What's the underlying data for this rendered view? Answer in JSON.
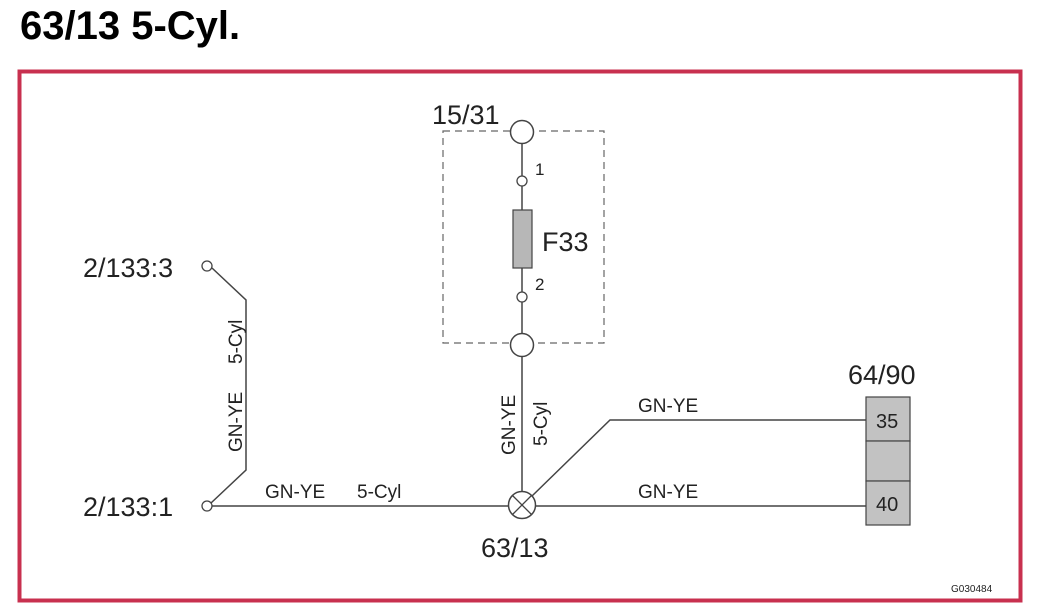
{
  "title": "63/13 5-Cyl.",
  "colors": {
    "frame": "#c8304f",
    "wire": "#444444",
    "fuse_fill": "#b7b7b7",
    "connector_fill": "#c2c2c2",
    "dashed_box": "#666666"
  },
  "labels": {
    "node_15_31": "15/31",
    "fuse_pin_1": "1",
    "fuse_pin_2": "2",
    "fuse_name": "F33",
    "terminal_2_133_3": "2/133:3",
    "terminal_2_133_1": "2/133:1",
    "wire_left_vertical_color": "GN-YE",
    "wire_left_vertical_variant": "5-Cyl",
    "wire_center_color": "GN-YE",
    "wire_center_variant": "5-Cyl",
    "wire_bottom_left_color": "GN-YE",
    "wire_bottom_left_variant": "5-Cyl",
    "wire_upper_right_color": "GN-YE",
    "wire_lower_right_color": "GN-YE",
    "splice_63_13": "63/13",
    "connector_64_90": "64/90",
    "connector_pin_35": "35",
    "connector_pin_40": "40",
    "drawing_code": "G030484"
  },
  "icons": {
    "splice": "splice-cross-circle-icon",
    "fuse": "fuse-icon",
    "terminal": "terminal-circle-icon"
  }
}
